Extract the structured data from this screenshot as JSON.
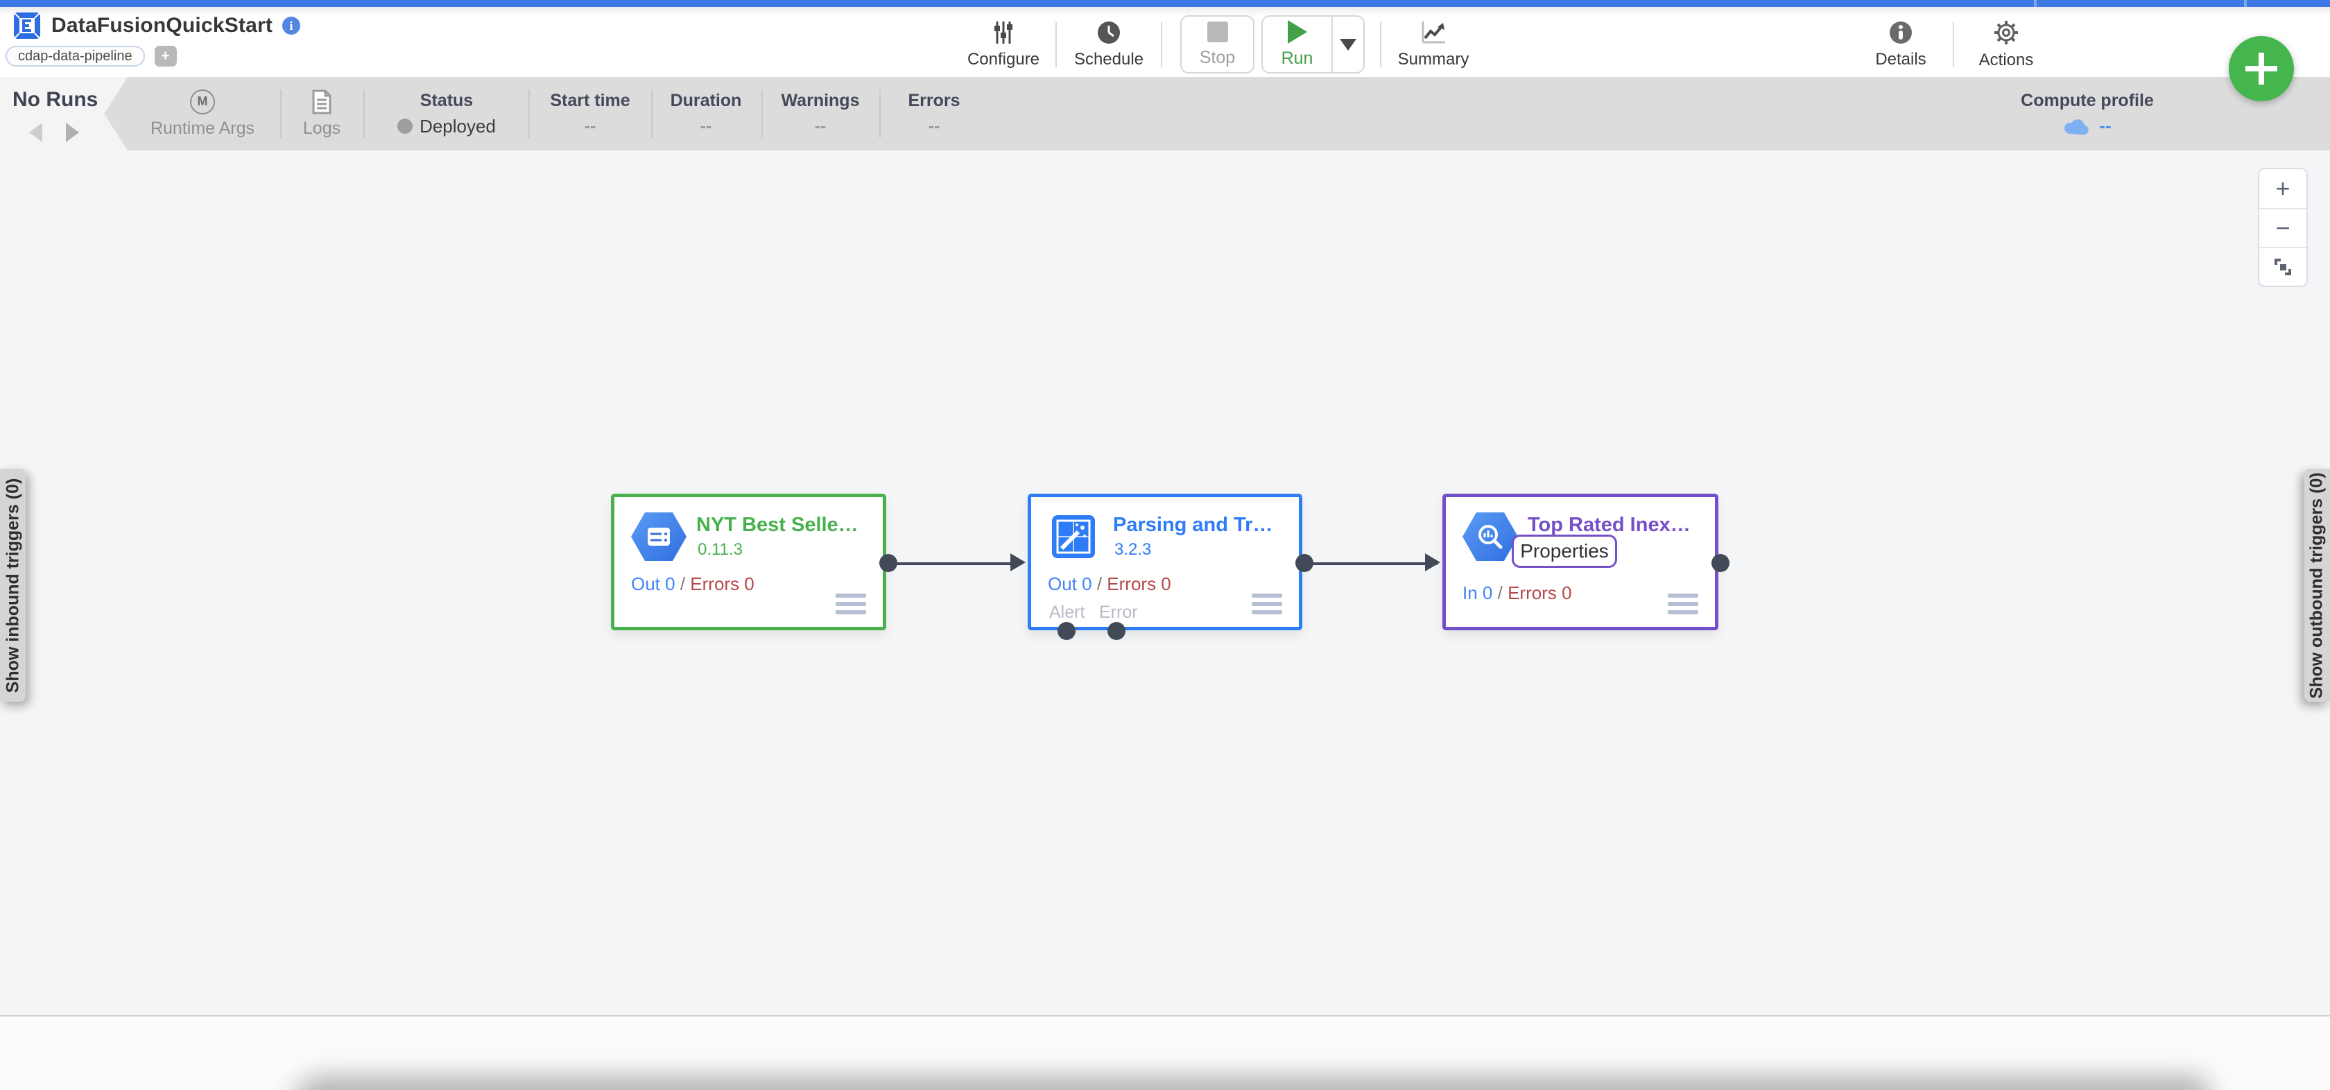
{
  "colors": {
    "topbar_accent": "#3e78e3",
    "fab_green": "#45b64e",
    "run_green": "#43a047",
    "metric_blue": "#4285f4",
    "metric_red": "#b5494a",
    "status_gray": "#9e9e9e"
  },
  "header": {
    "pipeline_name": "DataFusionQuickStart",
    "tag": "cdap-data-pipeline",
    "tag_add": "+",
    "toolbar": {
      "configure": "Configure",
      "schedule": "Schedule",
      "stop": "Stop",
      "run": "Run",
      "summary": "Summary",
      "details": "Details",
      "actions": "Actions"
    }
  },
  "runbar": {
    "no_runs": "No Runs",
    "runtime_args": "Runtime Args",
    "runtime_args_icon": "M",
    "logs": "Logs",
    "status_label": "Status",
    "status_value": "Deployed",
    "columns": [
      {
        "label": "Start time",
        "value": "--"
      },
      {
        "label": "Duration",
        "value": "--"
      },
      {
        "label": "Warnings",
        "value": "--"
      },
      {
        "label": "Errors",
        "value": "--"
      }
    ],
    "compute_profile_label": "Compute profile",
    "compute_profile_value": "--"
  },
  "canvas": {
    "inbound_tab": "Show inbound triggers (0)",
    "outbound_tab": "Show outbound triggers (0)",
    "zoom_in": "+",
    "zoom_out": "−",
    "nodes": [
      {
        "title": "NYT Best Selle…",
        "version": "0.11.3",
        "metric_left": "Out 0",
        "metric_sep": "/",
        "metric_right": "Errors 0",
        "accent": "#48b14e"
      },
      {
        "title": "Parsing and Tr…",
        "version": "3.2.3",
        "metric_left": "Out 0",
        "metric_sep": "/",
        "metric_right": "Errors 0",
        "accent": "#2e7cf6",
        "ports": {
          "alert": "Alert",
          "error": "Error"
        }
      },
      {
        "title": "Top Rated Inex…",
        "properties_label": "Properties",
        "metric_left": "In 0",
        "metric_sep": "/",
        "metric_right": "Errors 0",
        "accent": "#7450c8"
      }
    ]
  }
}
